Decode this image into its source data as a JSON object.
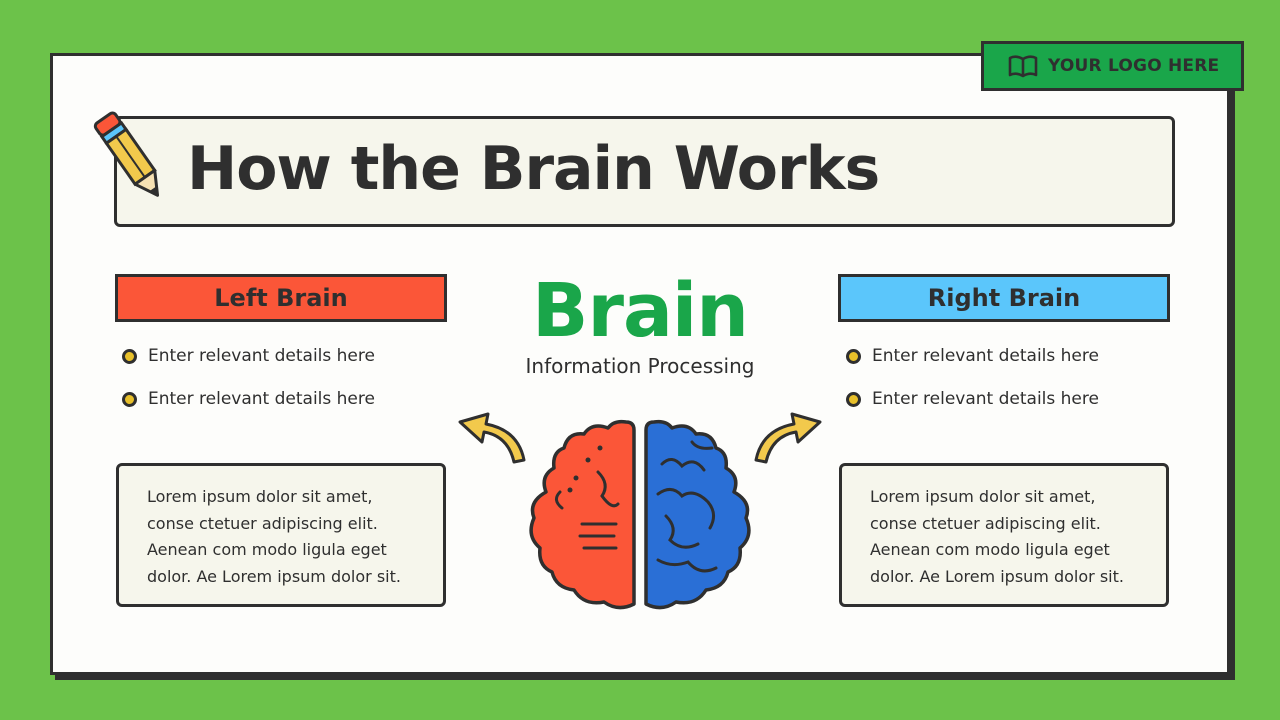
{
  "slide": {
    "title": "How the Brain Works",
    "logo_text": "YOUR LOGO HERE"
  },
  "center": {
    "heading": "Brain",
    "subtitle": "Information Processing"
  },
  "left_panel": {
    "label": "Left Brain",
    "bullets": [
      "Enter relevant details here",
      "Enter relevant details here"
    ],
    "body_lines": [
      "Lorem ipsum dolor sit amet,",
      "conse ctetuer adipiscing elit.",
      "Aenean com modo ligula eget",
      "dolor. Ae Lorem ipsum dolor sit."
    ]
  },
  "right_panel": {
    "label": "Right Brain",
    "bullets": [
      "Enter relevant details here",
      "Enter relevant details here"
    ],
    "body_lines": [
      "Lorem ipsum dolor sit amet,",
      "conse ctetuer adipiscing elit.",
      "Aenean com modo ligula eget",
      "dolor. Ae Lorem ipsum dolor sit."
    ]
  },
  "colors": {
    "background": "#6cc24a",
    "accent_green": "#1aa64a",
    "left_red": "#fb5638",
    "right_blue": "#5bc6fb",
    "brain_blue": "#2a6fd6",
    "bullet_yellow": "#e8c02a",
    "ink": "#2f2f2f"
  },
  "icons": [
    "book-icon",
    "pencil-icon",
    "arrow-curve-left-icon",
    "arrow-curve-right-icon",
    "brain-icon"
  ]
}
